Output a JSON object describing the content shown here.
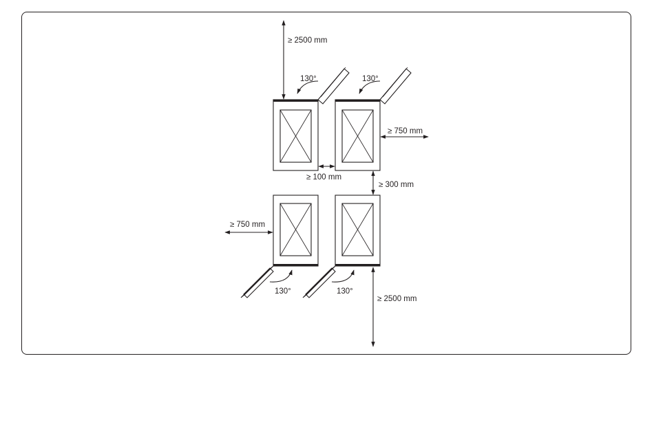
{
  "labels": {
    "top_clearance": "≥ 2500 mm",
    "bottom_clearance": "≥ 2500 mm",
    "right_clearance": "≥ 750 mm",
    "left_clearance": "≥ 750 mm",
    "gap_horizontal": "≥ 100 mm",
    "gap_vertical": "≥ 300 mm",
    "door_angle_top_left": "130°",
    "door_angle_top_right": "130°",
    "door_angle_bottom_left": "130°",
    "door_angle_bottom_right": "130°"
  },
  "colors": {
    "line": "#231f20",
    "background": "#ffffff"
  }
}
